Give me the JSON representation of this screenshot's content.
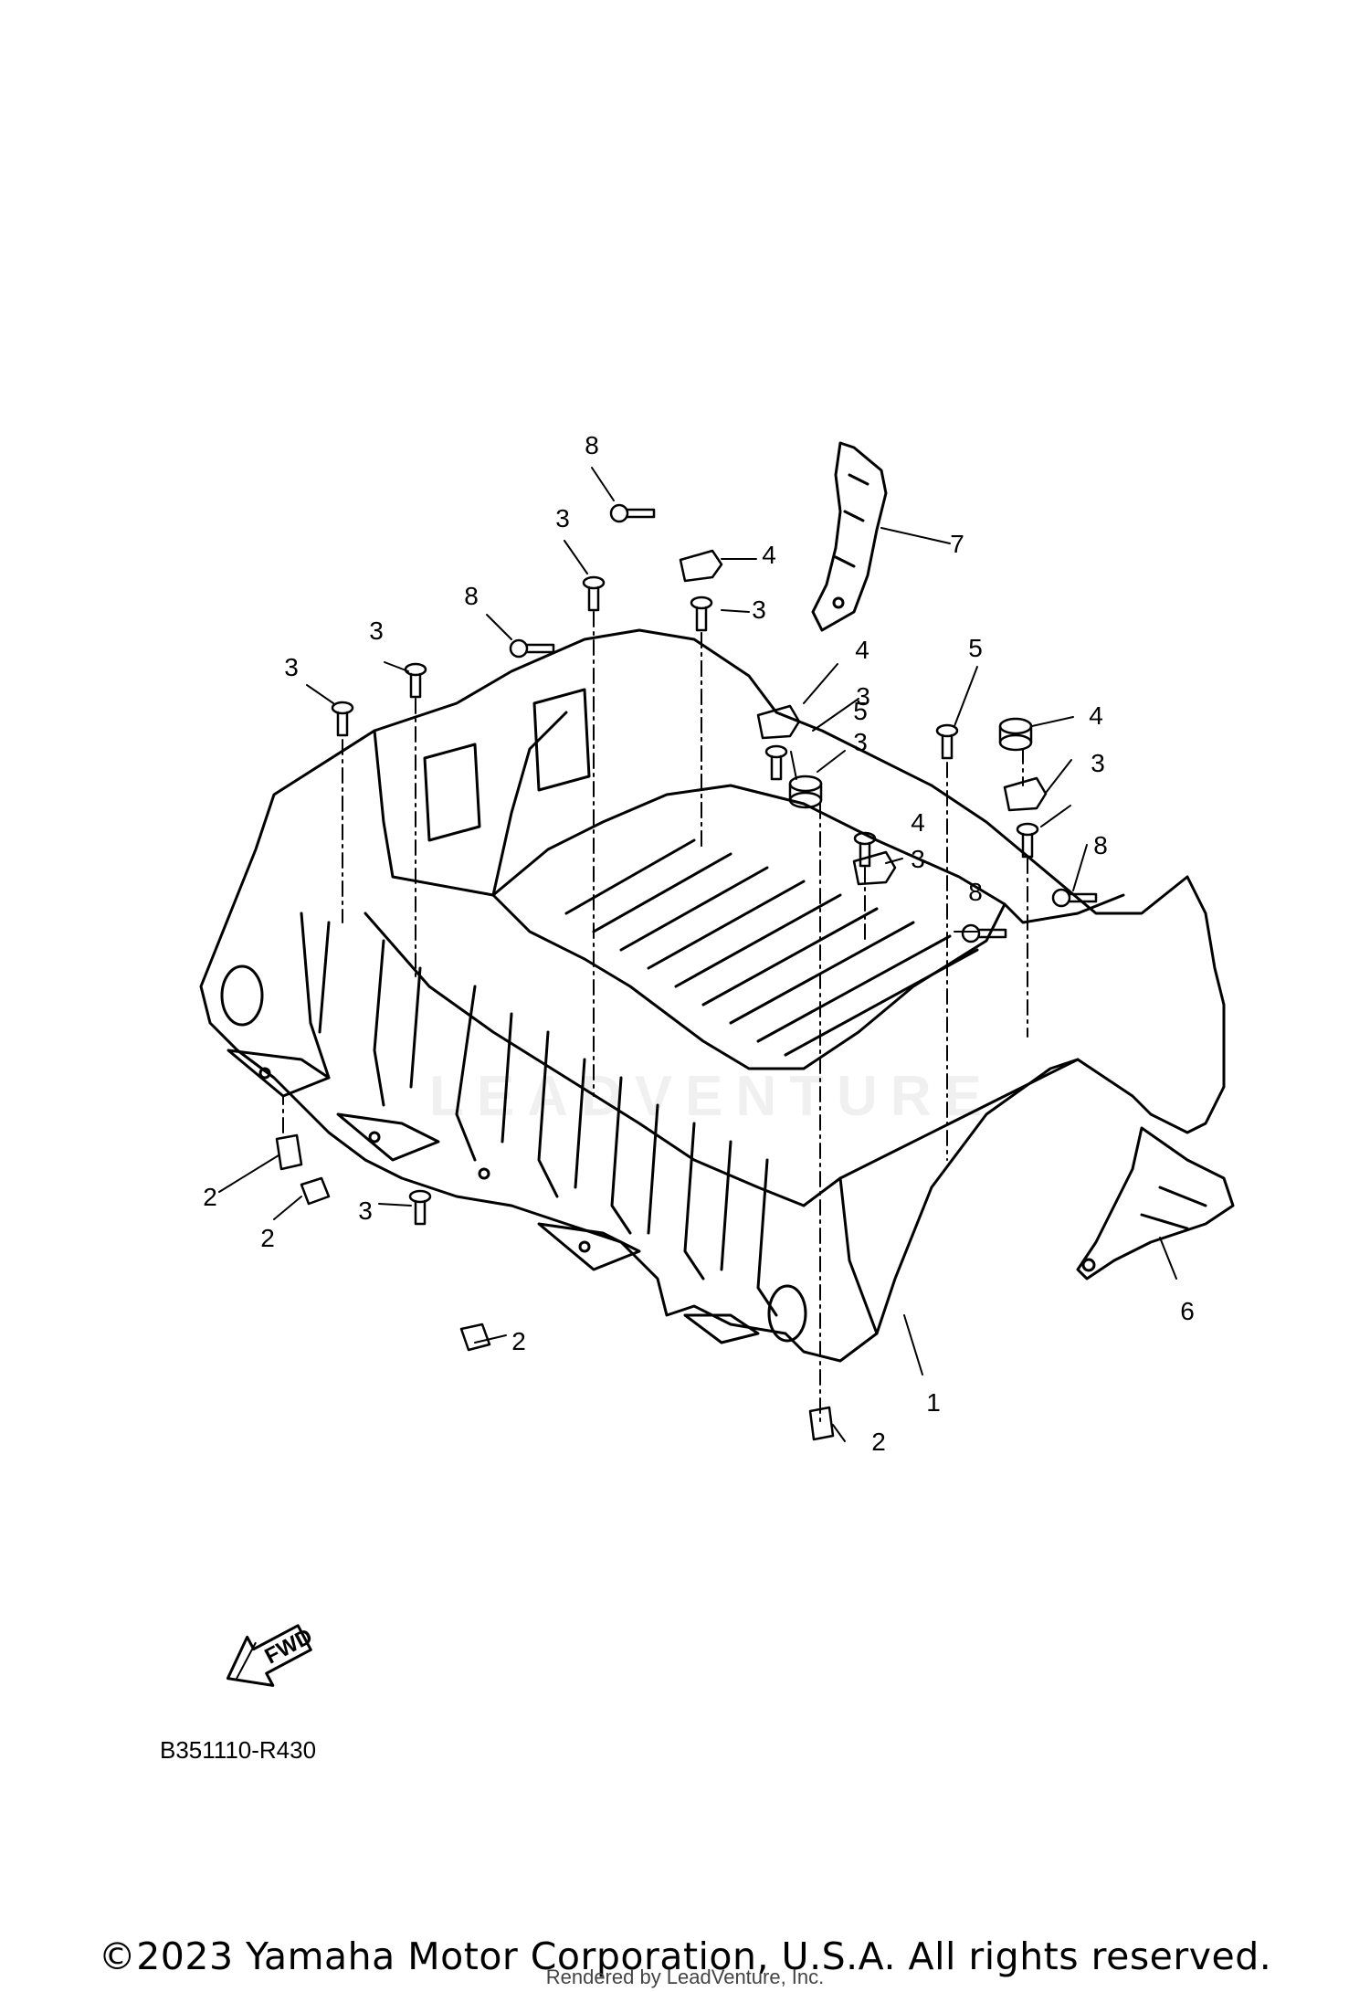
{
  "diagram": {
    "ref_code": "B351110-R430",
    "fwd_label": "FWD",
    "watermark": "LEADVENTURE",
    "callouts": [
      {
        "label": "8"
      },
      {
        "label": "3"
      },
      {
        "label": "4"
      },
      {
        "label": "3"
      },
      {
        "label": "7"
      },
      {
        "label": "8"
      },
      {
        "label": "3"
      },
      {
        "label": "3"
      },
      {
        "label": "4"
      },
      {
        "label": "3"
      },
      {
        "label": "3"
      },
      {
        "label": "5"
      },
      {
        "label": "5"
      },
      {
        "label": "4"
      },
      {
        "label": "3"
      },
      {
        "label": "4"
      },
      {
        "label": "3"
      },
      {
        "label": "8"
      },
      {
        "label": "8"
      },
      {
        "label": "2"
      },
      {
        "label": "2"
      },
      {
        "label": "3"
      },
      {
        "label": "2"
      },
      {
        "label": "6"
      },
      {
        "label": "1"
      },
      {
        "label": "2"
      }
    ]
  },
  "footer": {
    "copyright": "©2023 Yamaha Motor Corporation, U.S.A. All rights reserved.",
    "rendered_by": "Rendered by LeadVenture, Inc."
  }
}
